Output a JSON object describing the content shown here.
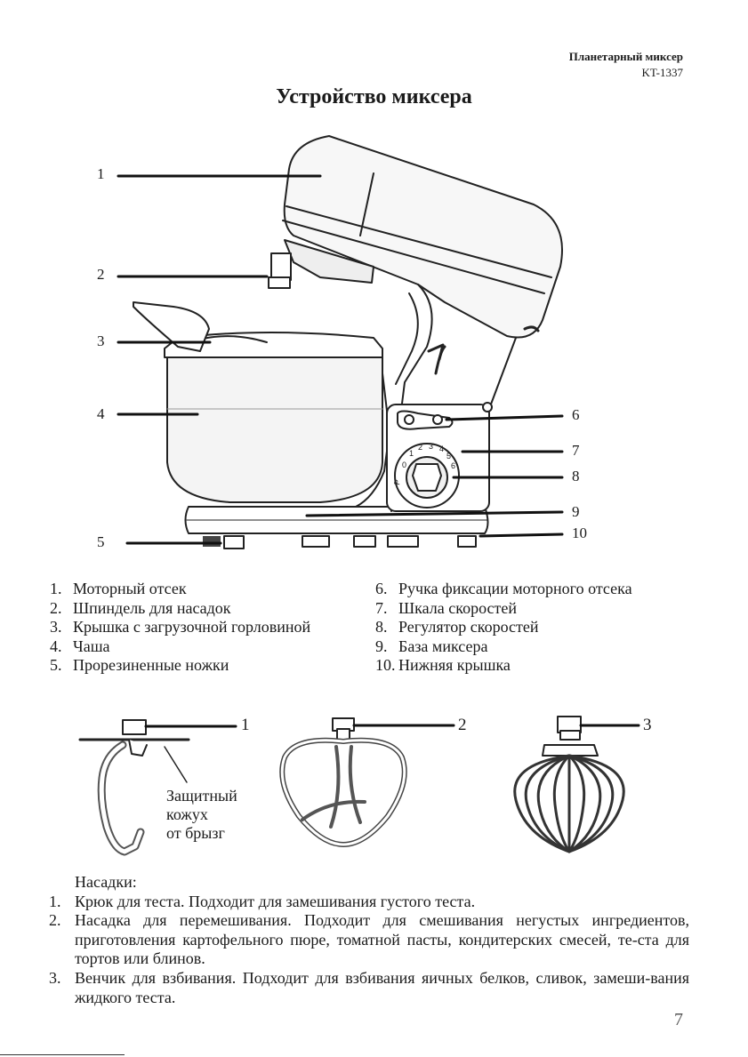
{
  "header": {
    "model_title": "Планетарный миксер",
    "model_code": "KT-1337"
  },
  "title": "Устройство миксера",
  "diagram": {
    "callouts": [
      "1",
      "2",
      "3",
      "4",
      "5",
      "6",
      "7",
      "8",
      "9",
      "10"
    ],
    "dial_labels": [
      "P",
      "0",
      "1",
      "2",
      "3",
      "4",
      "5",
      "6"
    ]
  },
  "legend": {
    "left": [
      {
        "num": "1.",
        "text": "Моторный отсек"
      },
      {
        "num": "2.",
        "text": "Шпиндель для насадок"
      },
      {
        "num": "3.",
        "text": "Крышка с загрузочной горловиной"
      },
      {
        "num": "4.",
        "text": "Чаша"
      },
      {
        "num": "5.",
        "text": "Прорезиненные ножки"
      }
    ],
    "right": [
      {
        "num": "6.",
        "text": "Ручка фиксации моторного отсека"
      },
      {
        "num": "7.",
        "text": "Шкала скоростей"
      },
      {
        "num": "8.",
        "text": "Регулятор скоростей"
      },
      {
        "num": "9.",
        "text": "База миксера"
      },
      {
        "num": "10.",
        "text": "Нижняя крышка"
      }
    ]
  },
  "attachments": {
    "callouts": [
      "1",
      "2",
      "3"
    ],
    "guard_caption": [
      "Защитный",
      "кожух",
      "от брызг"
    ]
  },
  "description": {
    "heading": "Насадки:",
    "items": [
      {
        "num": "1.",
        "text": "Крюк для теста. Подходит для замешивания густого теста."
      },
      {
        "num": "2.",
        "text": "Насадка для перемешивания. Подходит для смешивания негустых ингредиентов, приготовления картофельного пюре, томатной пасты, кондитерских смесей, те-ста для тортов или блинов."
      },
      {
        "num": "3.",
        "text": "Венчик для взбивания. Подходит для взбивания яичных белков, сливок, замеши-вания жидкого теста."
      }
    ]
  },
  "page_number": "7"
}
